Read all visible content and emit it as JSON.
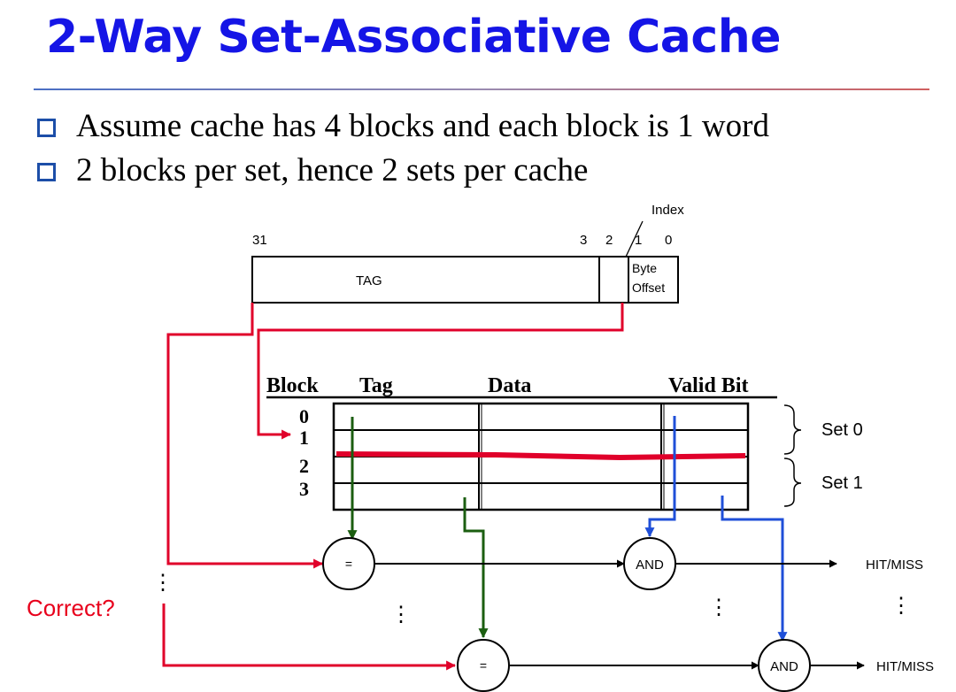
{
  "slide": {
    "title": "2-Way Set-Associative Cache",
    "bullets": [
      "Assume cache has 4 blocks and each block is 1 word",
      "2 blocks per set, hence 2 sets per cache"
    ]
  },
  "address": {
    "index_label": "Index",
    "bit_31": "31",
    "bit_3": "3",
    "bit_2": "2",
    "bit_1": "1",
    "bit_0": "0",
    "tag_field": "TAG",
    "byte_offset_line1": "Byte",
    "byte_offset_line2": "Offset"
  },
  "cache_table": {
    "headers": {
      "block": "Block",
      "tag": "Tag",
      "data": "Data",
      "valid": "Valid Bit"
    },
    "rows": [
      "0",
      "1",
      "2",
      "3"
    ],
    "sets": [
      "Set 0",
      "Set 1"
    ]
  },
  "logic": {
    "comparator": "=",
    "and_gate": "AND",
    "output": "HIT/MISS",
    "ellipsis": "⋮",
    "question": "Correct?"
  },
  "colors": {
    "title": "#1515e6",
    "red_wire": "#e0002a",
    "green_wire": "#1b5e10",
    "blue_wire": "#1f4fd8"
  }
}
